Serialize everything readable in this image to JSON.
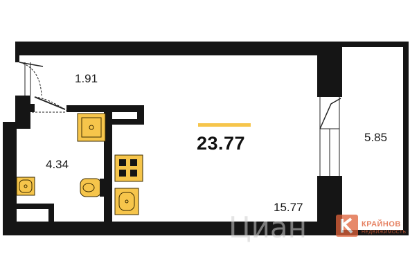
{
  "plan": {
    "total_area": "23.77",
    "rooms": [
      {
        "id": "hall",
        "area": "1.91"
      },
      {
        "id": "bathroom",
        "area": "4.34"
      },
      {
        "id": "main-room",
        "area": "15.77"
      },
      {
        "id": "balcony",
        "area": "5.85"
      }
    ]
  },
  "watermark": {
    "cian": "Циан",
    "brand": "КРАЙНОВ",
    "brand_sub": "НЕДВИЖИМОСТЬ"
  },
  "colors": {
    "wall": "#151515",
    "fixture": "#f6c54b",
    "fixture_outline": "#3a2a00",
    "accent_bar": "#f6c54b",
    "brand": "#e0623a"
  }
}
